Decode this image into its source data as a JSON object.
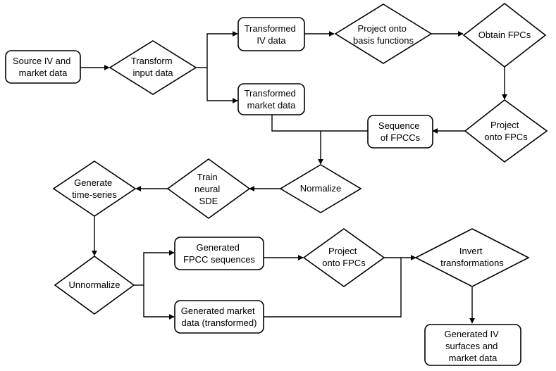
{
  "nodes": {
    "source": [
      "Source IV and",
      "market data"
    ],
    "transform_input": [
      "Transform",
      "input data"
    ],
    "transformed_iv": [
      "Transformed",
      "IV data"
    ],
    "transformed_market": [
      "Transformed",
      "market data"
    ],
    "project_basis": [
      "Project onto",
      "basis functions"
    ],
    "obtain_fpcs": [
      "Obtain FPCs"
    ],
    "project_fpcs_1": [
      "Project",
      "onto FPCs"
    ],
    "sequence_fpccs": [
      "Sequence",
      "of FPCCs"
    ],
    "normalize": [
      "Normalize"
    ],
    "train_sde": [
      "Train",
      "neural",
      "SDE"
    ],
    "generate_ts": [
      "Generate",
      "time-series"
    ],
    "unnormalize": [
      "Unnormalize"
    ],
    "generated_fpcc": [
      "Generated",
      "FPCC sequences"
    ],
    "generated_market": [
      "Generated market",
      "data (transformed)"
    ],
    "project_fpcs_2": [
      "Project",
      "onto FPCs"
    ],
    "invert": [
      "Invert",
      "transformations"
    ],
    "generated_iv": [
      "Generated IV",
      "surfaces and",
      "market data"
    ]
  }
}
